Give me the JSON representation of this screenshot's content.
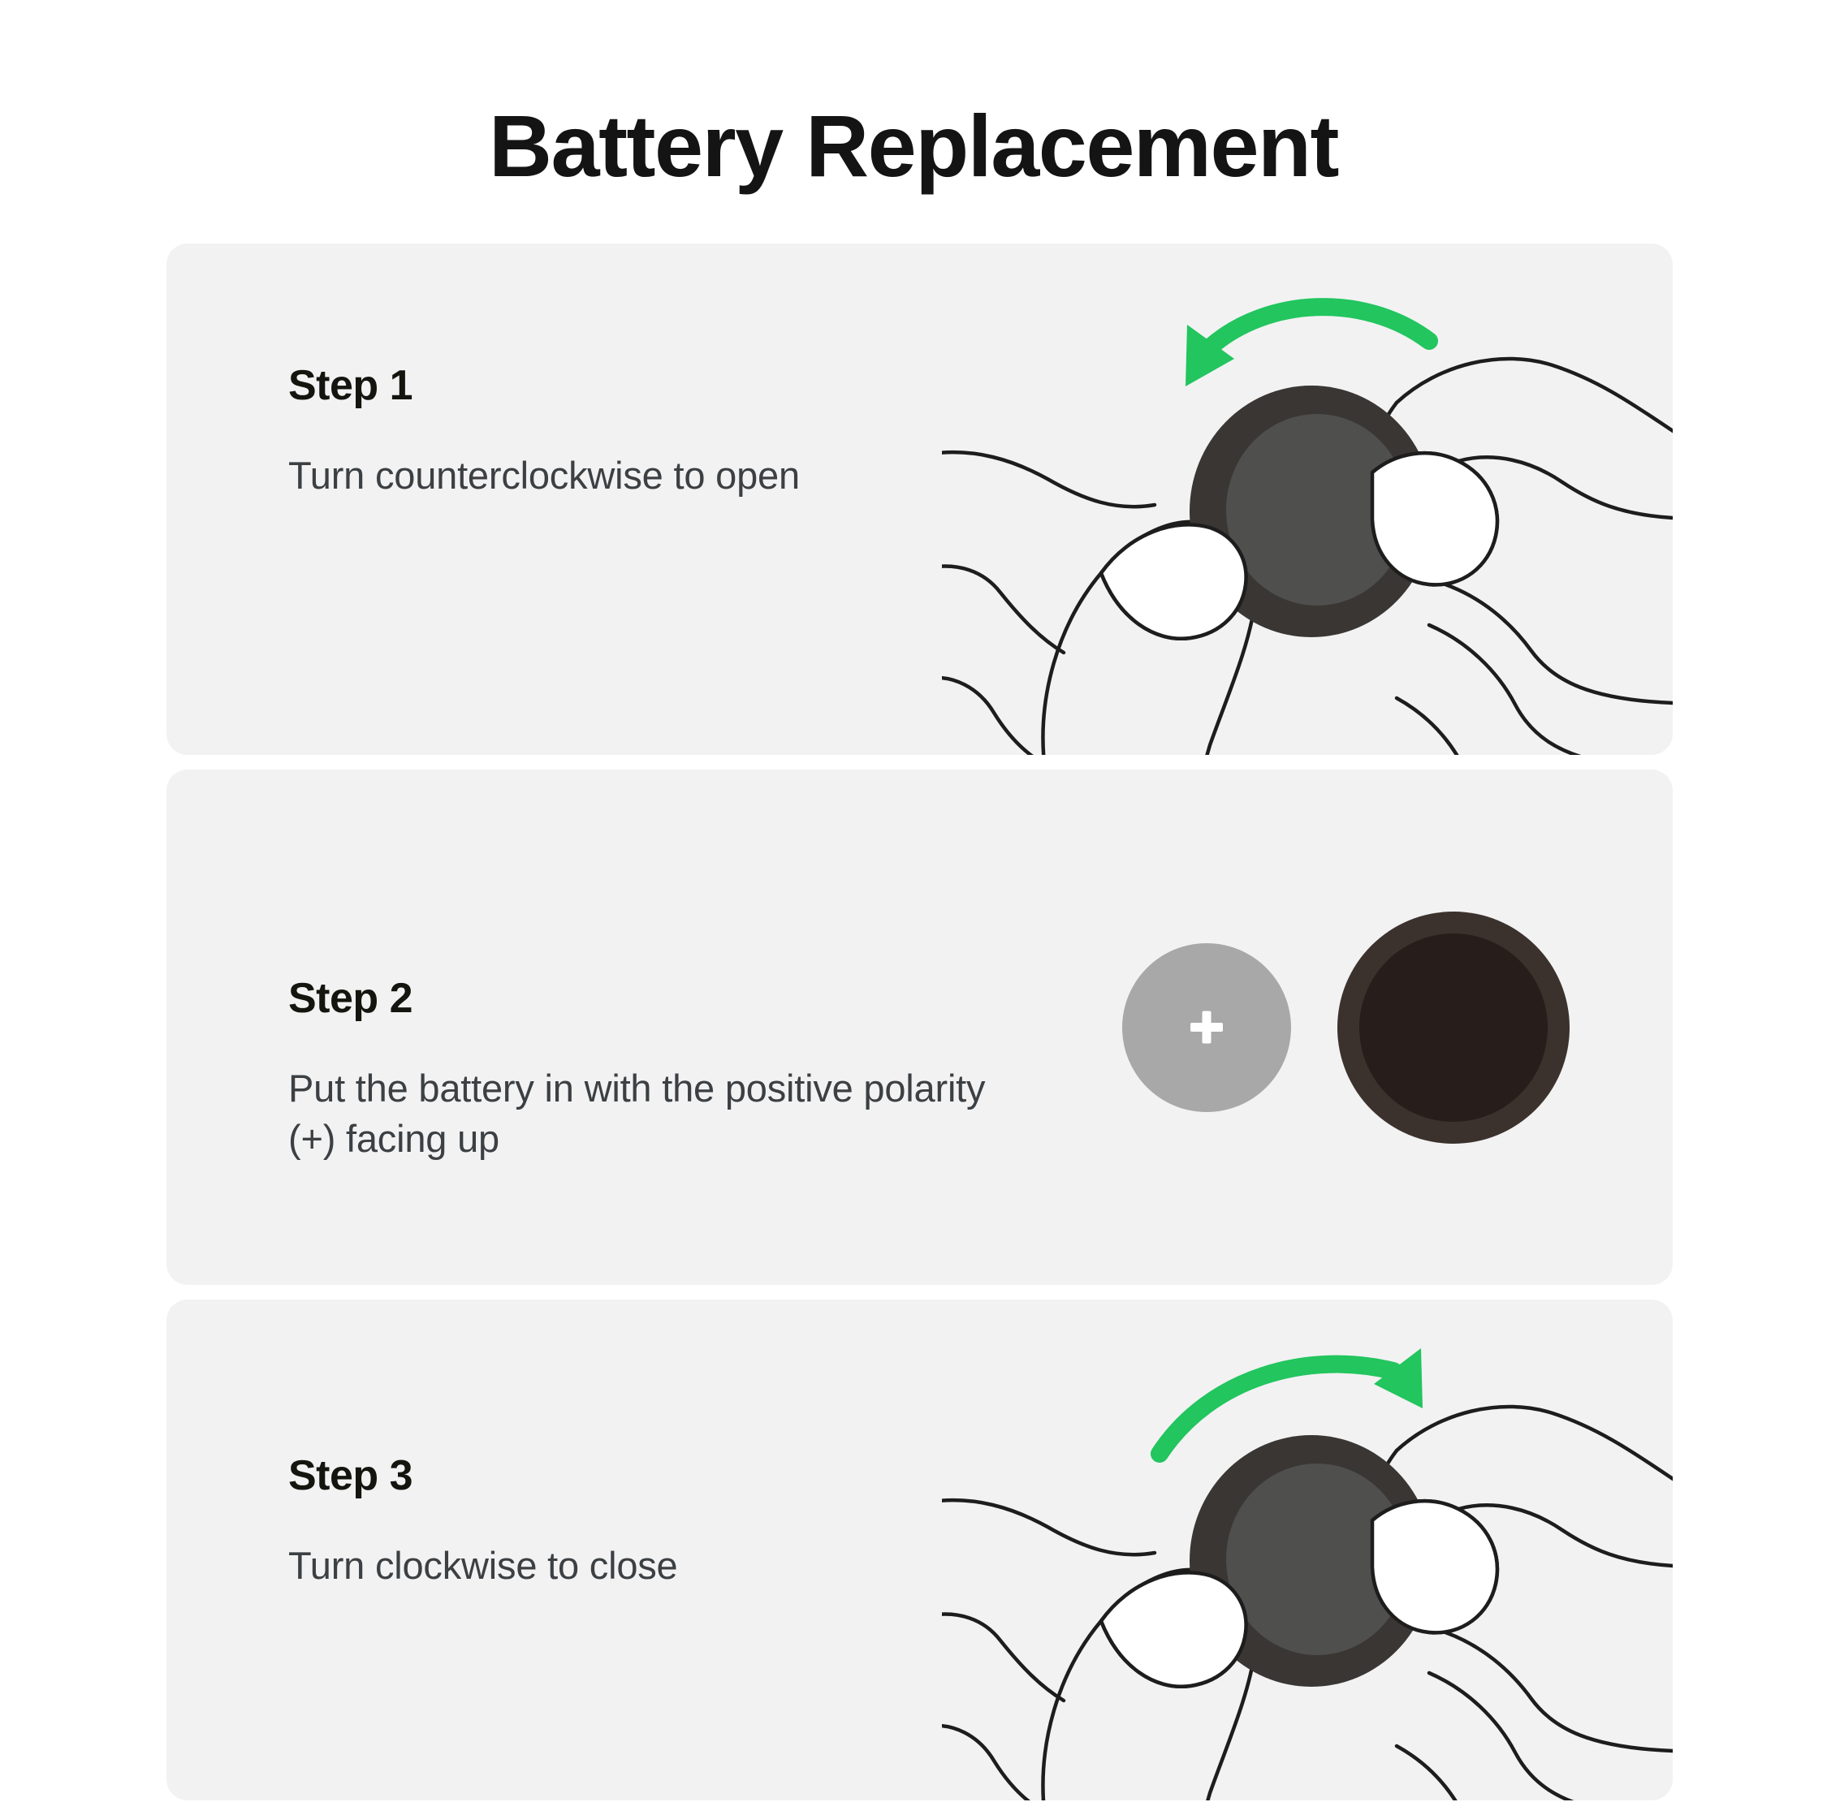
{
  "page": {
    "title": "Battery Replacement",
    "background_color": "#ffffff",
    "card_background_color": "#f2f2f3",
    "title_color": "#141414",
    "body_text_color": "#3c4043",
    "accent_green": "#22c55e"
  },
  "steps": [
    {
      "label": "Step 1",
      "description": "Turn counterclockwise to open",
      "illustration": "hand-turning-knob-counterclockwise",
      "arrow_direction": "counterclockwise",
      "arrow_color": "#22c55e",
      "knob_outer_color": "#3a3633",
      "knob_inner_color": "#4f4f4e"
    },
    {
      "label": "Step 2",
      "description": "Put the battery in with the positive polarity (+) facing up",
      "illustration": "coin-battery-and-open-compartment",
      "battery_color": "#a8a8a8",
      "battery_symbol": "+",
      "battery_symbol_color": "#ffffff",
      "compartment_outer_color": "#3b322d",
      "compartment_inner_color": "#271d1a"
    },
    {
      "label": "Step 3",
      "description": "Turn clockwise to close",
      "illustration": "hand-turning-knob-clockwise",
      "arrow_direction": "clockwise",
      "arrow_color": "#22c55e",
      "knob_outer_color": "#3a3633",
      "knob_inner_color": "#4f4f4e"
    }
  ]
}
